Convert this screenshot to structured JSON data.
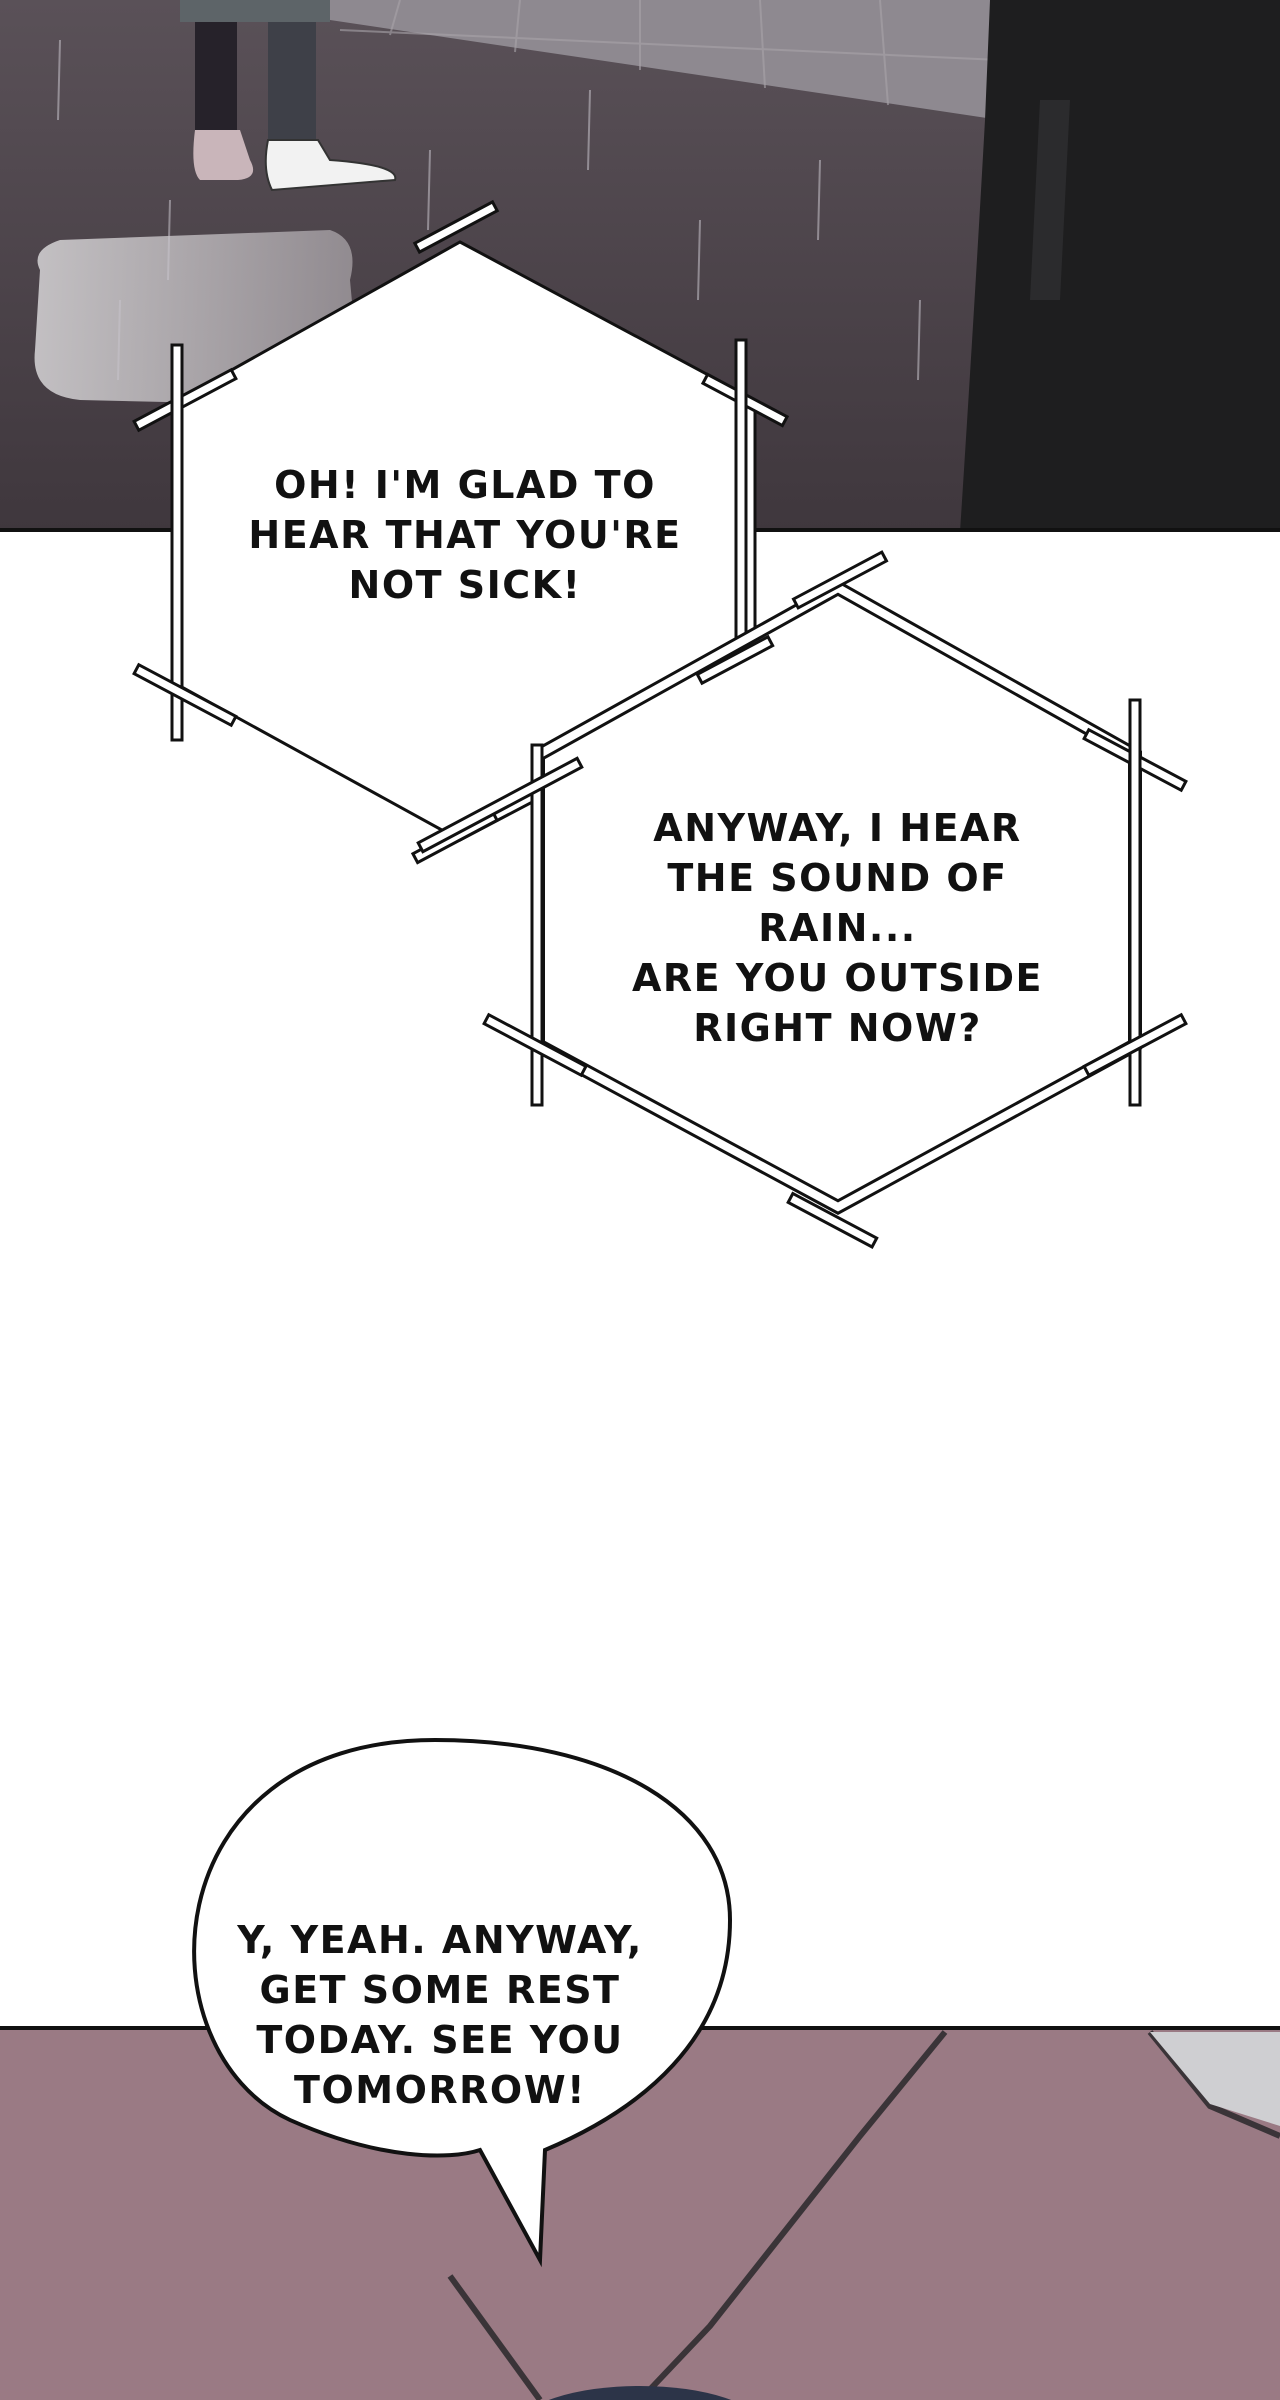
{
  "bubbles": {
    "first": "OH! I'M GLAD TO\nHEAR THAT YOU'RE\nNOT SICK!",
    "second": "ANYWAY, I HEAR\nTHE SOUND OF RAIN...\nARE YOU OUTSIDE\nRIGHT NOW?",
    "third": "Y, YEAH. ANYWAY,\nGET SOME REST\nTODAY. SEE YOU\nTOMORROW!"
  },
  "colors": {
    "rain_scene_ground": "#4a4148",
    "rain_scene_dark_figure": "#1e1e1f",
    "umbrella": "#9a7a84",
    "panel_border": "#111111",
    "bubble_fill": "#ffffff"
  }
}
